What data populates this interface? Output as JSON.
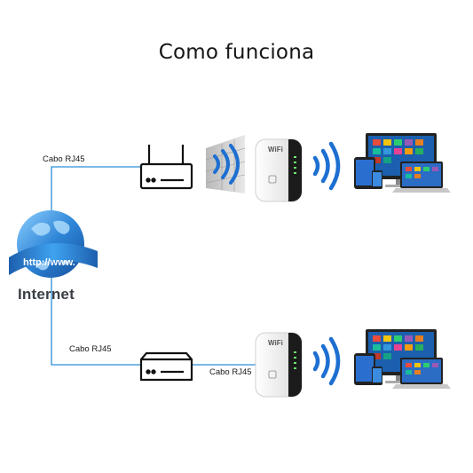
{
  "title": "Como funciona",
  "labels": {
    "cable_top": "Cabo RJ45",
    "cable_bottom_left": "Cabo RJ45",
    "cable_bottom_right": "Cabo RJ45",
    "internet": "Internet",
    "globe_url": "http://www.",
    "extender_brand": "WiFi"
  },
  "colors": {
    "cable": "#2a8fd8",
    "signal": "#1d6fd1",
    "device_outline": "#111111",
    "extender_body": "#f4f4f4",
    "extender_side": "#1b1b1b",
    "globe": "#2f86d8",
    "screen_bg": "#1b5fae"
  },
  "icons": [
    "router-icon",
    "modem-icon",
    "wifi-extender-icon",
    "wifi-signal-icon",
    "globe-icon",
    "devices-icon",
    "firewall-wall-icon"
  ]
}
